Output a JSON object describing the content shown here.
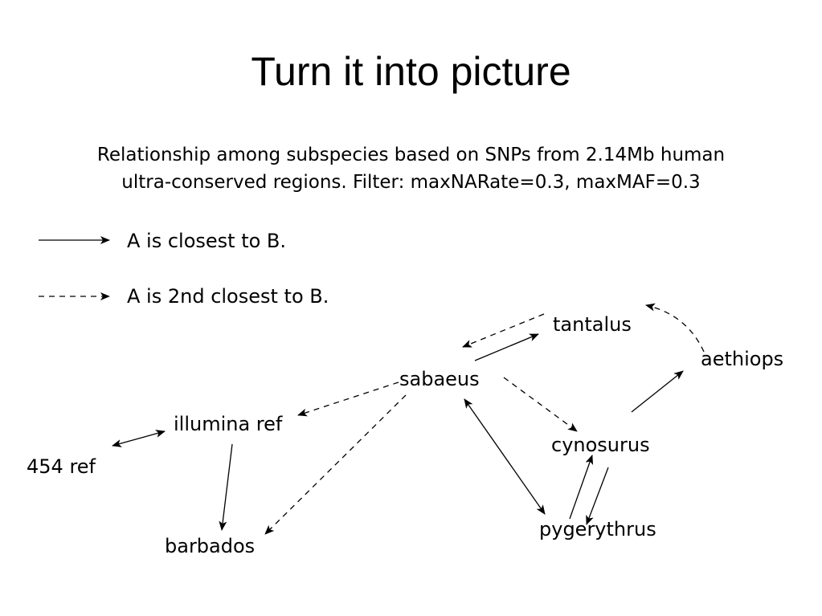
{
  "slide": {
    "title": "Turn it into picture",
    "caption_line1": "Relationship among subspecies based on SNPs from 2.14Mb human",
    "caption_line2": "ultra-conserved regions. Filter: maxNARate=0.3, maxMAF=0.3"
  },
  "legend": {
    "solid_label": "A is closest to B.",
    "dashed_label": "A is 2nd closest to B."
  },
  "nodes": {
    "tantalus": "tantalus",
    "aethiops": "aethiops",
    "sabaeus": "sabaeus",
    "illumina_ref": "illumina ref",
    "ref_454": "454 ref",
    "cynosurus": "cynosurus",
    "pygerythrus": "pygerythrus",
    "barbados": "barbados"
  },
  "edges": [
    {
      "from": "tantalus",
      "to": "sabaeus",
      "style": "dashed"
    },
    {
      "from": "sabaeus",
      "to": "tantalus",
      "style": "solid"
    },
    {
      "from": "aethiops",
      "to": "tantalus",
      "style": "dashed"
    },
    {
      "from": "cynosurus",
      "to": "aethiops",
      "style": "solid"
    },
    {
      "from": "sabaeus",
      "to": "illumina ref",
      "style": "dashed"
    },
    {
      "from": "sabaeus",
      "to": "barbados",
      "style": "dashed"
    },
    {
      "from": "sabaeus",
      "to": "cynosurus",
      "style": "dashed"
    },
    {
      "from": "sabaeus",
      "to": "pygerythrus",
      "style": "solid-bidirectional"
    },
    {
      "from": "illumina ref",
      "to": "454 ref",
      "style": "solid-bidirectional"
    },
    {
      "from": "illumina ref",
      "to": "barbados",
      "style": "solid"
    },
    {
      "from": "pygerythrus",
      "to": "cynosurus",
      "style": "solid"
    },
    {
      "from": "cynosurus",
      "to": "pygerythrus",
      "style": "solid"
    }
  ]
}
